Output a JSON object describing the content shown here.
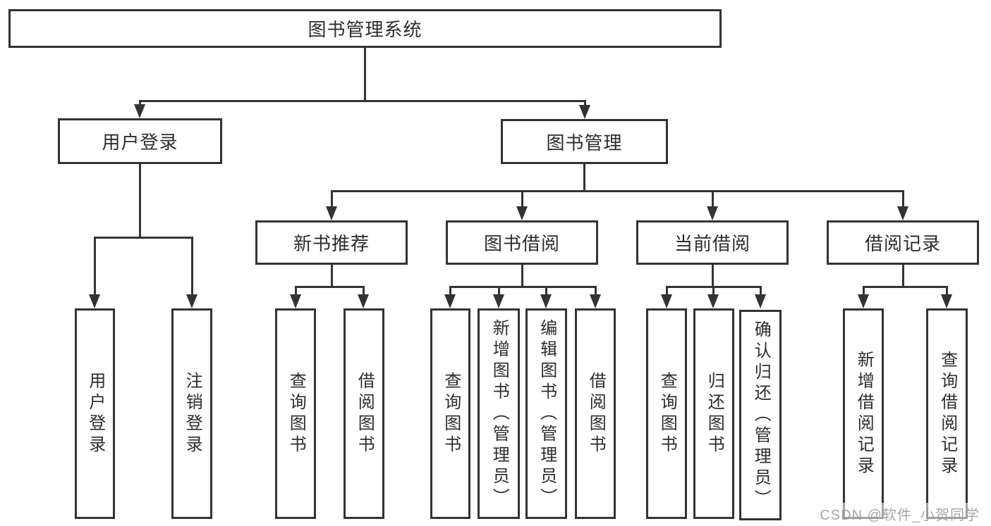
{
  "tree": {
    "root": "图书管理系统",
    "branches": [
      {
        "label": "用户登录",
        "children": [
          {
            "label": "用户登录"
          },
          {
            "label": "注销登录"
          }
        ]
      },
      {
        "label": "图书管理",
        "children": [
          {
            "label": "新书推荐",
            "children": [
              {
                "label": "查询图书"
              },
              {
                "label": "借阅图书"
              }
            ]
          },
          {
            "label": "图书借阅",
            "children": [
              {
                "label": "查询图书"
              },
              {
                "label": "新增图书（管理员）"
              },
              {
                "label": "编辑图书（管理员）"
              },
              {
                "label": "借阅图书"
              }
            ]
          },
          {
            "label": "当前借阅",
            "children": [
              {
                "label": "查询图书"
              },
              {
                "label": "归还图书"
              },
              {
                "label": "确认归还（管理员）"
              }
            ]
          },
          {
            "label": "借阅记录",
            "children": [
              {
                "label": "新增借阅记录"
              },
              {
                "label": "查询借阅记录"
              }
            ]
          }
        ]
      }
    ]
  },
  "watermark": {
    "text": "CSDN @软件_小贺同学"
  },
  "colors": {
    "line": "#333333",
    "box_border": "#333333",
    "box_fill": "#ffffff",
    "text": "#2d2d2d",
    "background": "#ffffff",
    "watermark": "#969696"
  }
}
